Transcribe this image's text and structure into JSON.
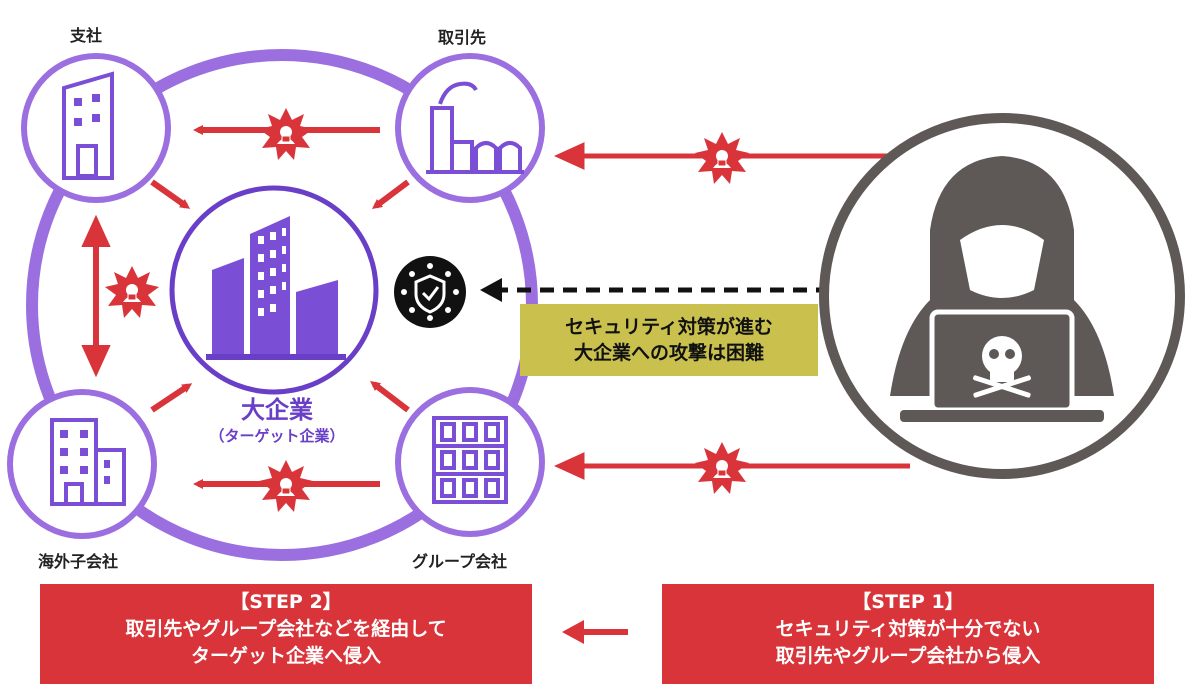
{
  "nodes": {
    "branch": "支社",
    "supplier": "取引先",
    "overseas": "海外子会社",
    "group": "グループ会社"
  },
  "center": {
    "title": "大企業",
    "subtitle": "（ターゲット企業）"
  },
  "security_note": {
    "line1": "セキュリティ対策が進む",
    "line2": "大企業への攻撃は困難"
  },
  "step2": {
    "heading": "【STEP 2】",
    "line1": "取引先やグループ会社などを経由して",
    "line2": "ターゲット企業へ侵入"
  },
  "step1": {
    "heading": "【STEP 1】",
    "line1": "セキュリティ対策が十分でない",
    "line2": "取引先やグループ会社から侵入"
  },
  "colors": {
    "purple": "#9b6fe0",
    "dark_purple": "#6a3fc8",
    "red": "#d8343a",
    "hacker_gray": "#5e5856",
    "note_yellow": "#c9c04e"
  }
}
